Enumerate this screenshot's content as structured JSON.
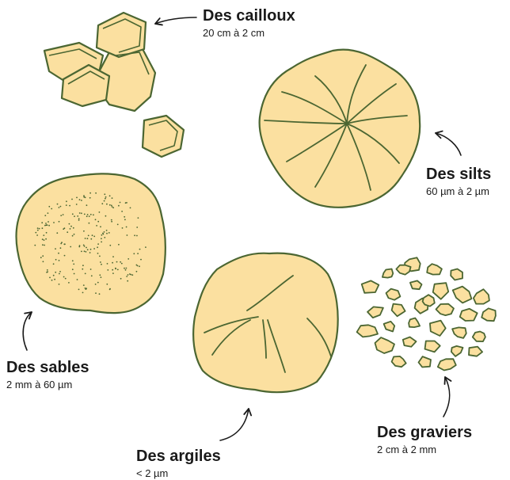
{
  "colors": {
    "fill": "#fbe0a0",
    "stroke": "#4b6632",
    "arrow": "#1a1a1a",
    "text": "#1a1a1a"
  },
  "categories": [
    {
      "id": "cailloux",
      "title": "Des cailloux",
      "size": "20 cm à 2 cm"
    },
    {
      "id": "silts",
      "title": "Des silts",
      "size": "60 µm à 2 µm"
    },
    {
      "id": "sables",
      "title": "Des sables",
      "size": "2 mm à 60 µm"
    },
    {
      "id": "argiles",
      "title": "Des argiles",
      "size": "< 2 µm"
    },
    {
      "id": "graviers",
      "title": "Des graviers",
      "size": "2 cm à 2 mm"
    }
  ]
}
